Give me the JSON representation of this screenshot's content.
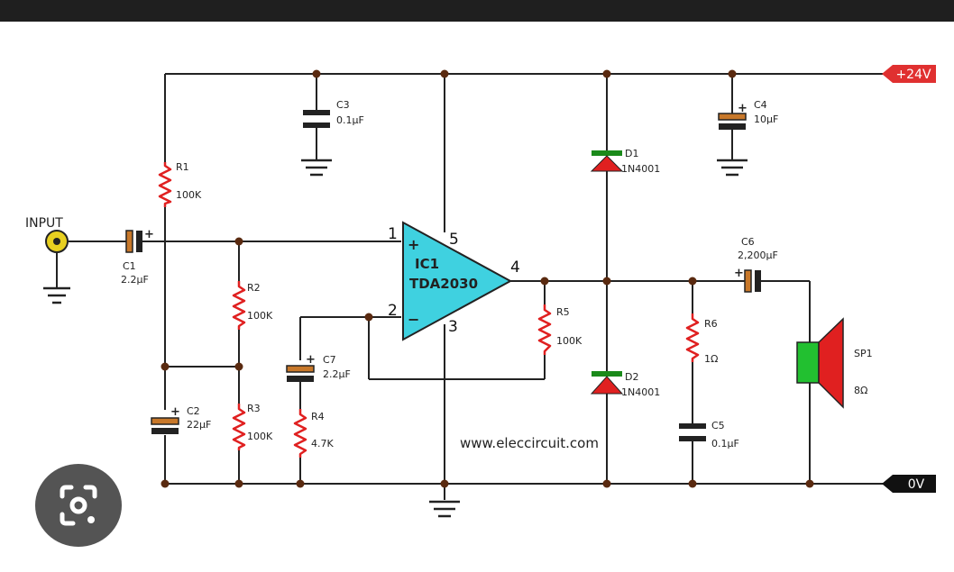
{
  "colors": {
    "wire": "#222222",
    "node": "#5a2a10",
    "resistor": "#e02020",
    "capacitor": "#c8782a",
    "opamp_fill": "#3fd1e0",
    "diode": "#e02020",
    "diode_band": "#1a8a1a",
    "speaker_green": "#22c030",
    "speaker_red": "#e02020",
    "rail_tag_pos": "#e03030",
    "rail_tag_gnd": "#111111",
    "input_jack": "#e8d020"
  },
  "labels": {
    "input": "INPUT",
    "vplus": "+24V",
    "gnd": "0V",
    "ic_name": "IC1",
    "ic_part": "TDA2030",
    "pin1": "1",
    "pin2": "2",
    "pin3": "3",
    "pin4": "4",
    "pin5": "5",
    "plus": "+",
    "minus": "−",
    "website": "www.eleccircuit.com"
  },
  "components": {
    "c1": {
      "ref": "C1",
      "value": "2.2µF"
    },
    "c2": {
      "ref": "C2",
      "value": "22µF"
    },
    "c3": {
      "ref": "C3",
      "value": "0.1µF"
    },
    "c4": {
      "ref": "C4",
      "value": "10µF"
    },
    "c5": {
      "ref": "C5",
      "value": "0.1µF"
    },
    "c6": {
      "ref": "C6",
      "value": "2,200µF"
    },
    "c7": {
      "ref": "C7",
      "value": "2.2µF"
    },
    "r1": {
      "ref": "R1",
      "value": "100K"
    },
    "r2": {
      "ref": "R2",
      "value": "100K"
    },
    "r3": {
      "ref": "R3",
      "value": "100K"
    },
    "r4": {
      "ref": "R4",
      "value": "4.7K"
    },
    "r5": {
      "ref": "R5",
      "value": "100K"
    },
    "r6": {
      "ref": "R6",
      "value": "1Ω"
    },
    "d1": {
      "ref": "D1",
      "value": "1N4001"
    },
    "d2": {
      "ref": "D2",
      "value": "1N4001"
    },
    "sp1": {
      "ref": "SP1",
      "value": "8Ω"
    }
  },
  "overlay": {
    "icon": "google-lens-icon"
  }
}
